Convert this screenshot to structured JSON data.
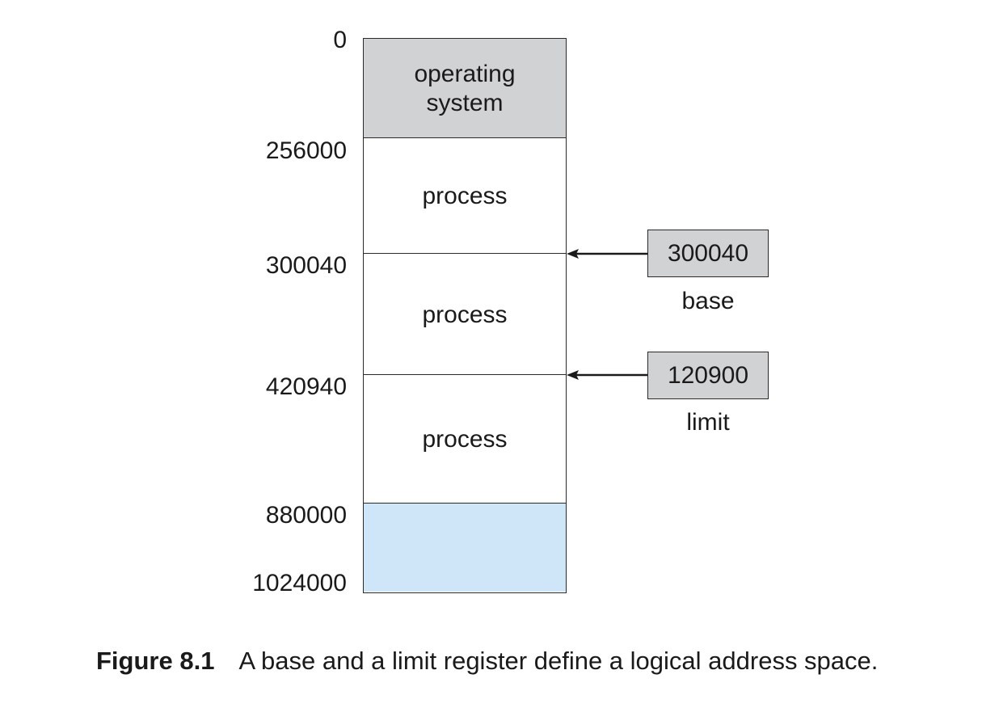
{
  "diagram": {
    "addresses": [
      "0",
      "256000",
      "300040",
      "420940",
      "880000",
      "1024000"
    ],
    "blocks": [
      {
        "label": "operating system",
        "fill": "#d1d2d4"
      },
      {
        "label": "process",
        "fill": "#ffffff"
      },
      {
        "label": "process",
        "fill": "#ffffff"
      },
      {
        "label": "process",
        "fill": "#ffffff"
      },
      {
        "label": "",
        "fill": "#cfe6f8"
      }
    ],
    "registers": {
      "base": {
        "value": "300040",
        "label": "base"
      },
      "limit": {
        "value": "120900",
        "label": "limit"
      }
    }
  },
  "caption": {
    "number": "Figure 8.1",
    "text": "A base and a limit register define a logical address space."
  }
}
